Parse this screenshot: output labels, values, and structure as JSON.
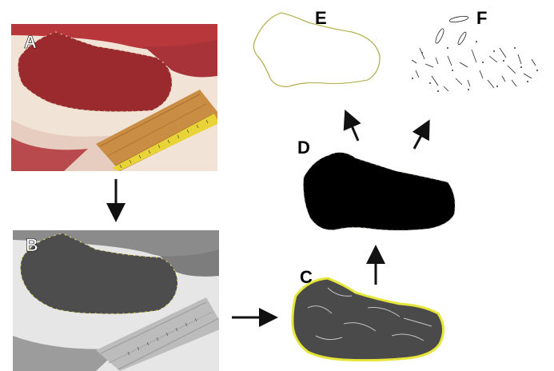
{
  "figure": {
    "panels": [
      {
        "id": "A",
        "label": "A",
        "description_type": "color-photo-with-outline"
      },
      {
        "id": "B",
        "label": "B",
        "description_type": "grayscale-photo-with-outline"
      },
      {
        "id": "C",
        "label": "C",
        "description_type": "cropped-grayscale-steak"
      },
      {
        "id": "D",
        "label": "D",
        "description_type": "binary-threshold"
      },
      {
        "id": "E",
        "label": "E",
        "description_type": "outline-only"
      },
      {
        "id": "F",
        "label": "F",
        "description_type": "marbling-edges"
      }
    ],
    "colors": {
      "meat_red": "#9a2a2e",
      "fat_cream": "#f3e6d8",
      "wood": "#c98d43",
      "tape_yellow": "#e9d437",
      "outline_yellow": "#e8e85a",
      "arrow": "#111111"
    },
    "arrows": [
      {
        "from": "A",
        "to": "B"
      },
      {
        "from": "B",
        "to": "C"
      },
      {
        "from": "C",
        "to": "D"
      },
      {
        "from": "D",
        "to": "E"
      },
      {
        "from": "D",
        "to": "F"
      }
    ]
  }
}
